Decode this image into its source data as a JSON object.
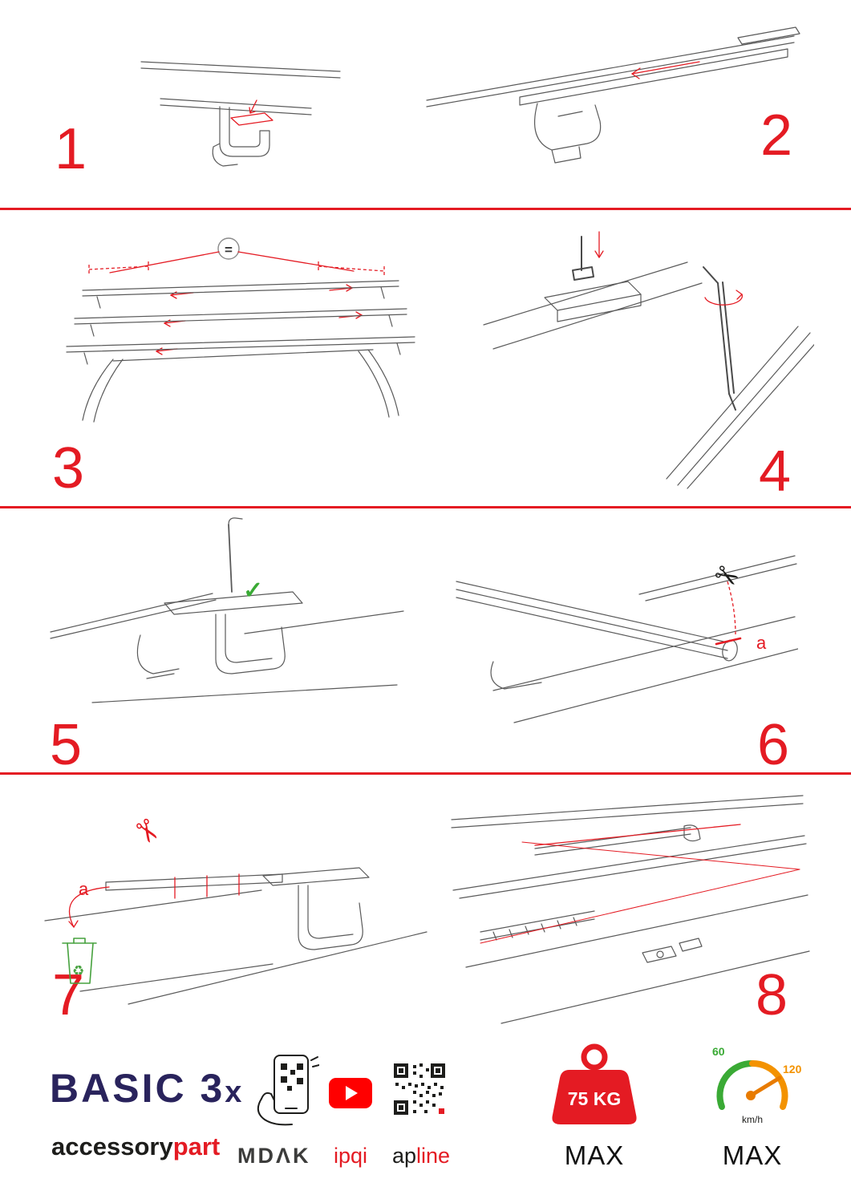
{
  "page": {
    "accent": "#e41b23",
    "background": "#ffffff"
  },
  "steps": {
    "s1": {
      "number": "1"
    },
    "s2": {
      "number": "2"
    },
    "s3": {
      "number": "3",
      "equal_sign": "="
    },
    "s4": {
      "number": "4"
    },
    "s5": {
      "number": "5"
    },
    "s6": {
      "number": "6",
      "cut_label": "a"
    },
    "s7": {
      "number": "7",
      "cut_label": "a"
    },
    "s8": {
      "number": "8"
    }
  },
  "icons": {
    "scissors": "✂",
    "check": "✓",
    "recycle": "♻"
  },
  "footer": {
    "brand_title": "BASIC 3",
    "brand_title_suffix": "x",
    "brand_sub_black": "accessory",
    "brand_sub_red": "part",
    "partner_mdak": "MDΛK",
    "partner_ipqi": "ipqi",
    "partner_apline_black": "ap",
    "partner_apline_red": "line",
    "weight_value": "75 KG",
    "weight_max_label": "MAX",
    "speed_min": "60",
    "speed_max": "120",
    "speed_unit": "km/h",
    "speed_max_label": "MAX"
  }
}
